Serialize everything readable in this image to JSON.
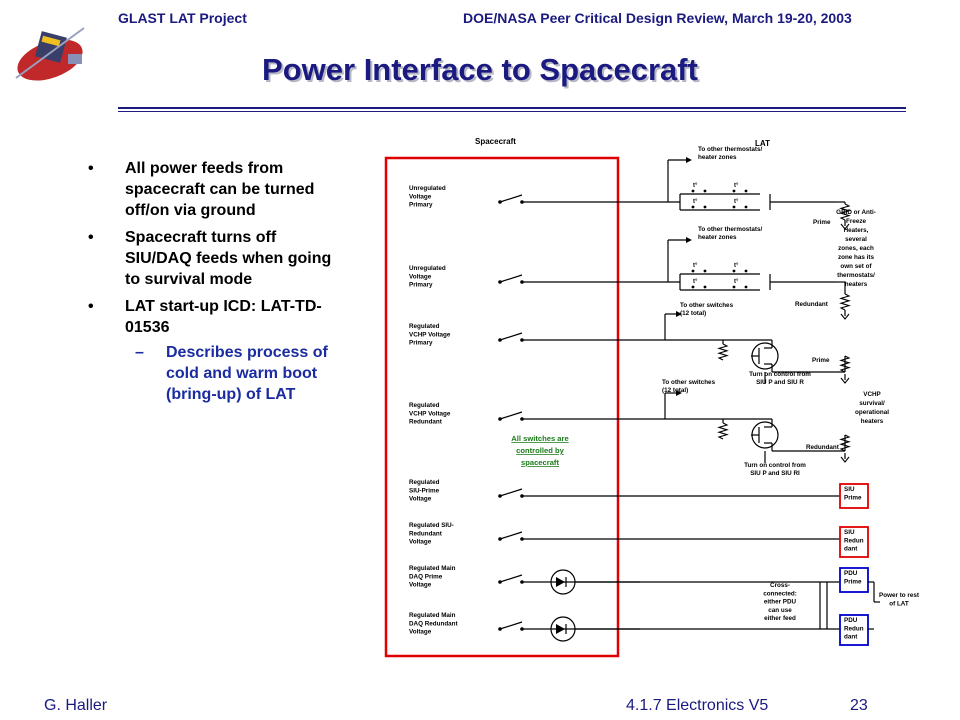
{
  "header": {
    "left": "GLAST LAT Project",
    "right": "DOE/NASA Peer Critical Design Review, March 19-20, 2003"
  },
  "title": "Power Interface to Spacecraft",
  "bullets": [
    {
      "text": "All power feeds from spacecraft can be turned off/on via ground"
    },
    {
      "text": "Spacecraft turns off SIU/DAQ feeds when going to survival mode"
    },
    {
      "text": "LAT start-up ICD: LAT-TD-01536",
      "sub": [
        "Describes process of cold and warm boot (bring-up) of LAT"
      ]
    }
  ],
  "diagram": {
    "spacecraft_label": "Spacecraft",
    "lat_label": "LAT",
    "feeds": [
      [
        "Unregulated",
        "Voltage",
        "Primary"
      ],
      [
        "Unregulated",
        "Voltage",
        "Primary"
      ],
      [
        "Regulated",
        "VCHP Voltage",
        "Primary"
      ],
      [
        "Regulated",
        "VCHP Voltage",
        "Redundant"
      ],
      [
        "Regulated",
        "SIU-Prime",
        "Voltage"
      ],
      [
        "Regulated SIU-",
        "Redundant",
        "Voltage"
      ],
      [
        "Regulated Main",
        "DAQ Prime",
        "Voltage"
      ],
      [
        "Regulated Main",
        "DAQ Redundant",
        "Voltage"
      ]
    ],
    "thermostat_note": [
      "To other thermostats/",
      "heater zones"
    ],
    "switches_note": [
      "To other switches",
      "(12 total)"
    ],
    "turn_on_prime": [
      "Turn on control from",
      "SIU P and SIU R"
    ],
    "turn_on_redundant": [
      "Turn on control from",
      "SIU P and SIU RI"
    ],
    "prime_label": "Prime",
    "redundant_label": "Redundant",
    "heaters_note": [
      "GRID or Anti-",
      "Freeze",
      "Heaters,",
      "several",
      "zones, each",
      "zone has its",
      "own set of",
      "thermostats/",
      "heaters"
    ],
    "vchp_note": [
      "VCHP",
      "survival/",
      "operational",
      "heaters"
    ],
    "switches_controlled": [
      "All switches are",
      "controlled by",
      "spacecraft"
    ],
    "siu_boxes": [
      [
        "SIU",
        "Prime"
      ],
      [
        "SIU",
        "Redun",
        "dant"
      ]
    ],
    "pdu_boxes": [
      [
        "PDU",
        "Prime"
      ],
      [
        "PDU",
        "Redun",
        "dant"
      ]
    ],
    "cross_note": [
      "Cross-",
      "connected:",
      "either PDU",
      "can use",
      "either feed"
    ],
    "power_note": [
      "Power to rest",
      "of LAT"
    ],
    "thermo_symbol": "t°",
    "colors": {
      "spacecraft_border": "#e00000",
      "siu_border": "#e00000",
      "pdu_border": "#0000cc",
      "note_green": "#1a7a1a",
      "ink": "#000000"
    }
  },
  "footer": {
    "left": "G. Haller",
    "mid": "4.1.7 Electronics  V5",
    "page": "23"
  }
}
